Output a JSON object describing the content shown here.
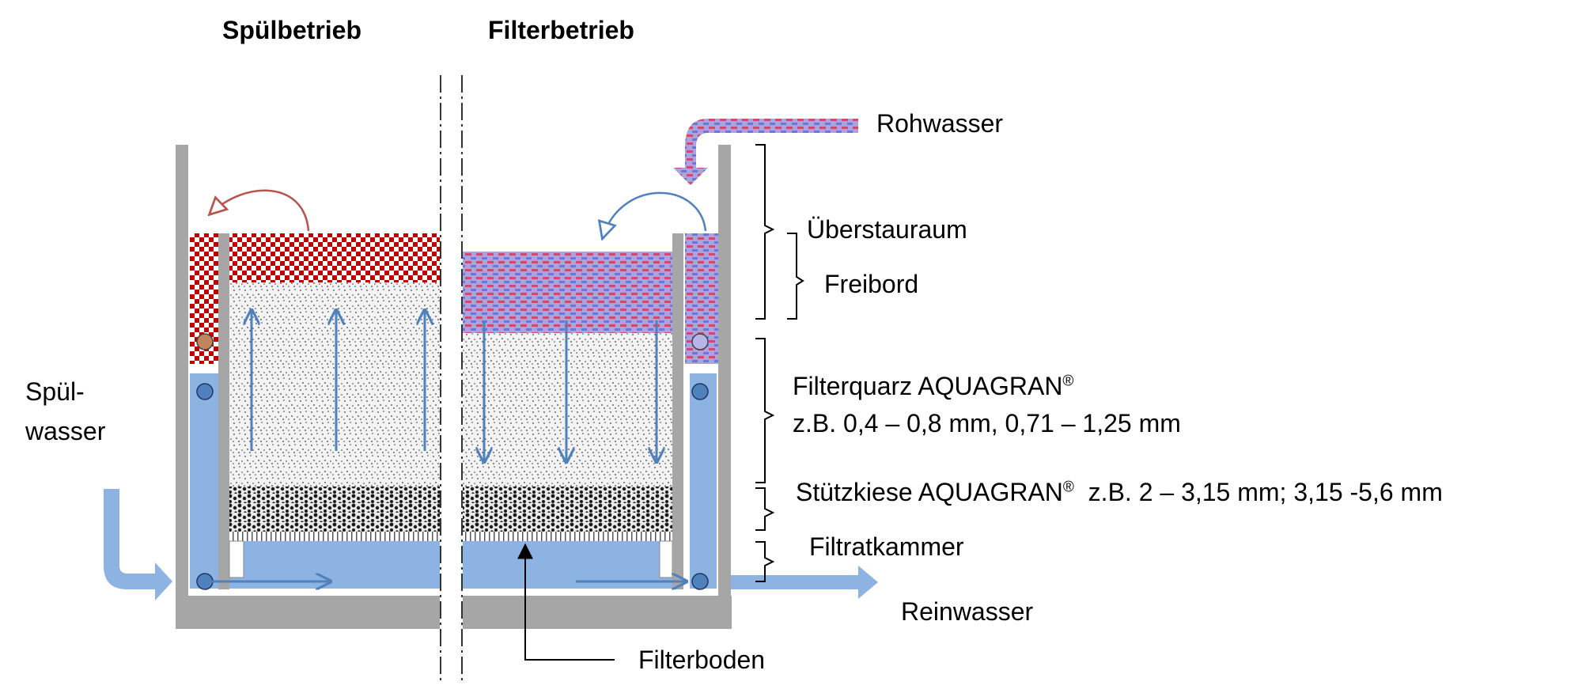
{
  "headers": {
    "left": "Spülbetrieb",
    "right": "Filterbetrieb"
  },
  "labels": {
    "rohwasser": "Rohwasser",
    "ueberstauraum": "Überstauraum",
    "freibord": "Freibord",
    "filterquarz_name": "Filterquarz AQUAGRAN",
    "filterquarz_sizes": "z.B. 0,4  – 0,8 mm,  0,71 – 1,25 mm",
    "stuetzkiese_name": "Stützkiese AQUAGRAN",
    "stuetzkiese_sizes": "z.B.  2 – 3,15 mm;  3,15 -5,6 mm",
    "registered_mark": "®",
    "filtratkammer": "Filtratkammer",
    "reinwasser": "Reinwasser",
    "spuelwasser_line1": "Spül-",
    "spuelwasser_line2": "wasser",
    "filterboden": "Filterboden"
  },
  "colors": {
    "wall": "#a6a6a6",
    "wall_edge": "#7f7f7f",
    "flow_blue": "#8db3e2",
    "arrow_blue": "#4f81bd",
    "dirty_water_red": "#c00000",
    "red_arrow": "#b85450",
    "raw_water_purple": "#8b7fc8",
    "sand_dots": "#404040",
    "gravel": "#1a1a1a"
  }
}
